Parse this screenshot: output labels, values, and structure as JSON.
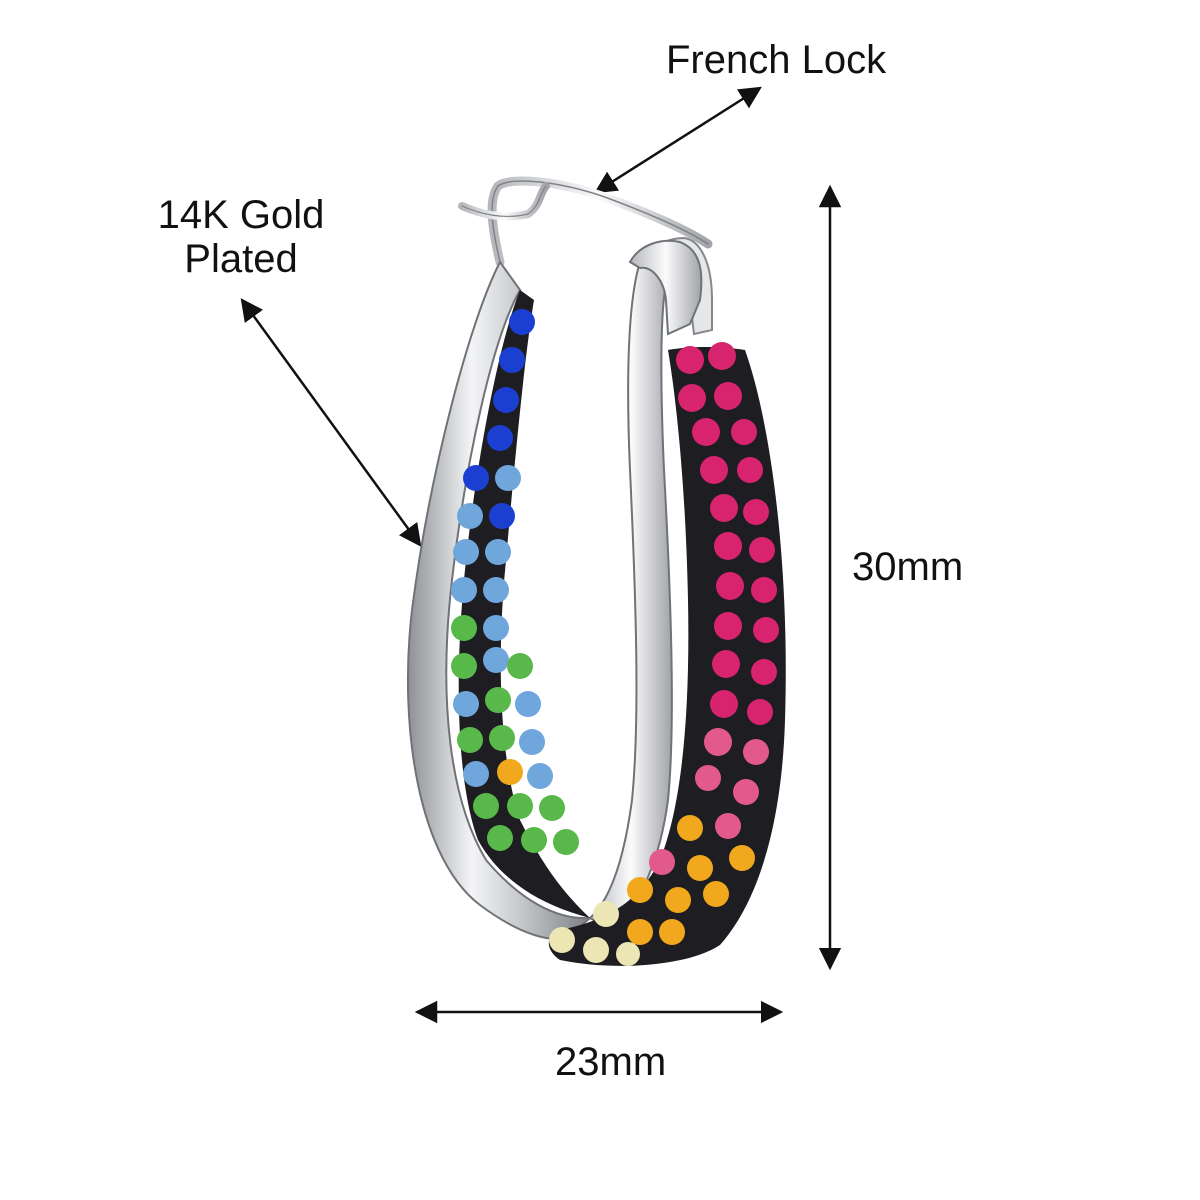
{
  "annotations": {
    "french_lock": "French Lock",
    "gold_line1": "14K Gold",
    "gold_line2": "Plated",
    "height": "30mm",
    "width": "23mm"
  },
  "colors": {
    "background": "#ffffff",
    "text": "#111111",
    "metal": "#d9dadc",
    "metal_dark": "#9a9ca0",
    "setting": "#1d1d22",
    "stone_blue": "#1b3fd1",
    "stone_light_blue": "#6fa6dc",
    "stone_green": "#58b84a",
    "stone_yellow": "#f2a81c",
    "stone_pale": "#ebe6b4",
    "stone_pink": "#d8236e"
  }
}
